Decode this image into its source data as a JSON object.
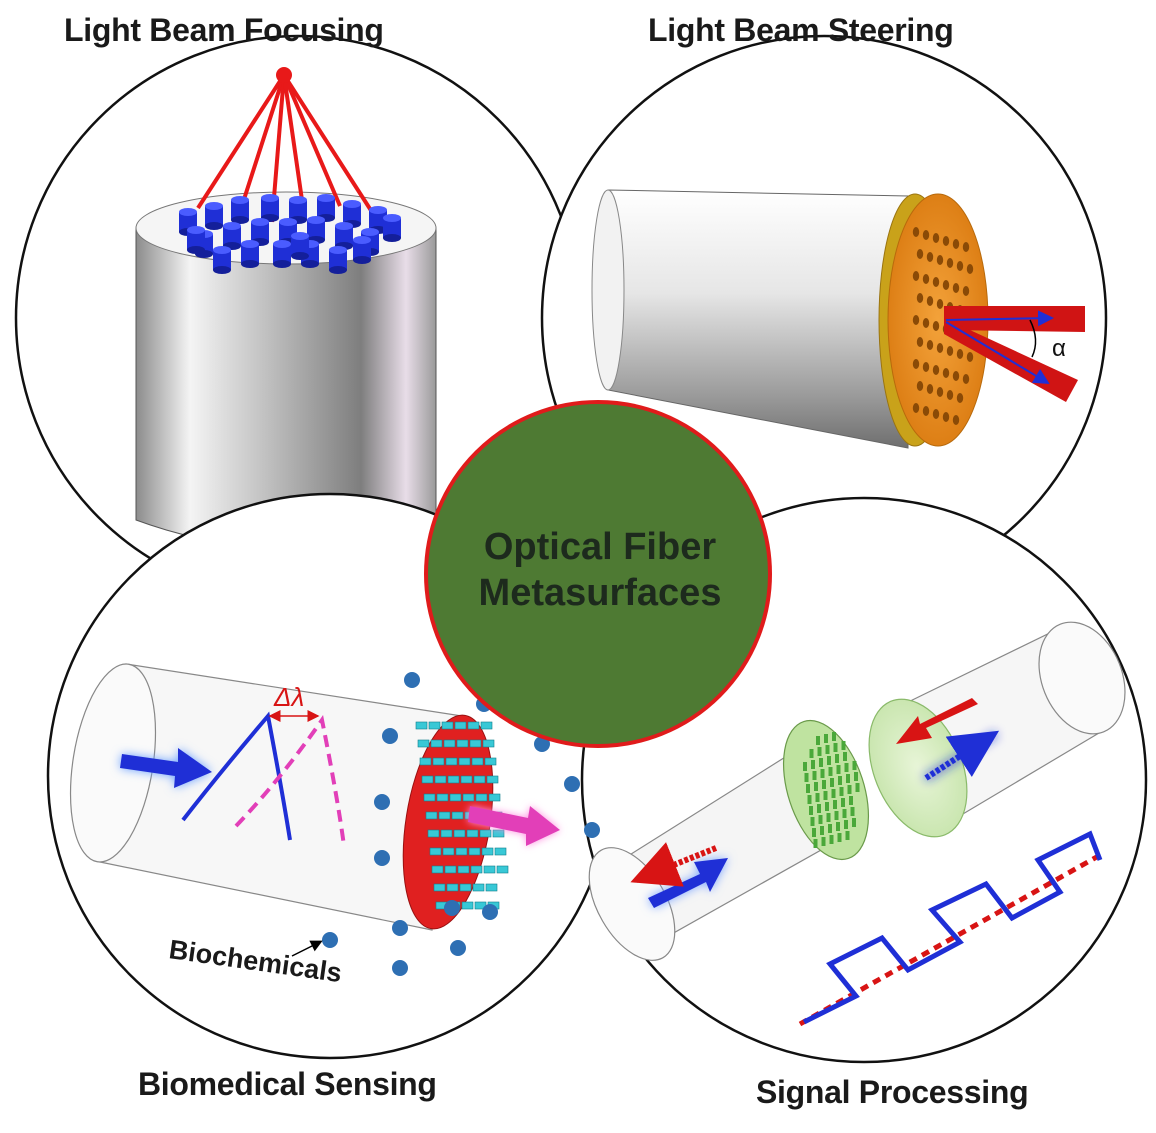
{
  "labels": {
    "focusing": "Light Beam Focusing",
    "steering": "Light Beam Steering",
    "sensing": "Biomedical Sensing",
    "processing": "Signal Processing"
  },
  "center": {
    "line1": "Optical Fiber",
    "line2": "Metasurfaces"
  },
  "annotations": {
    "alpha": "α",
    "delta_lambda": "Δλ",
    "biochemicals": "Biochemicals"
  },
  "colors": {
    "center_fill": "#4e7a33",
    "center_border": "#e01b1b",
    "pillar_blue": "#1f2fd6",
    "beam_red": "#d81414",
    "gold_disc": "#e38b1a",
    "dot_blue": "#2e6fb3",
    "green_meta": "#4aa83a"
  }
}
